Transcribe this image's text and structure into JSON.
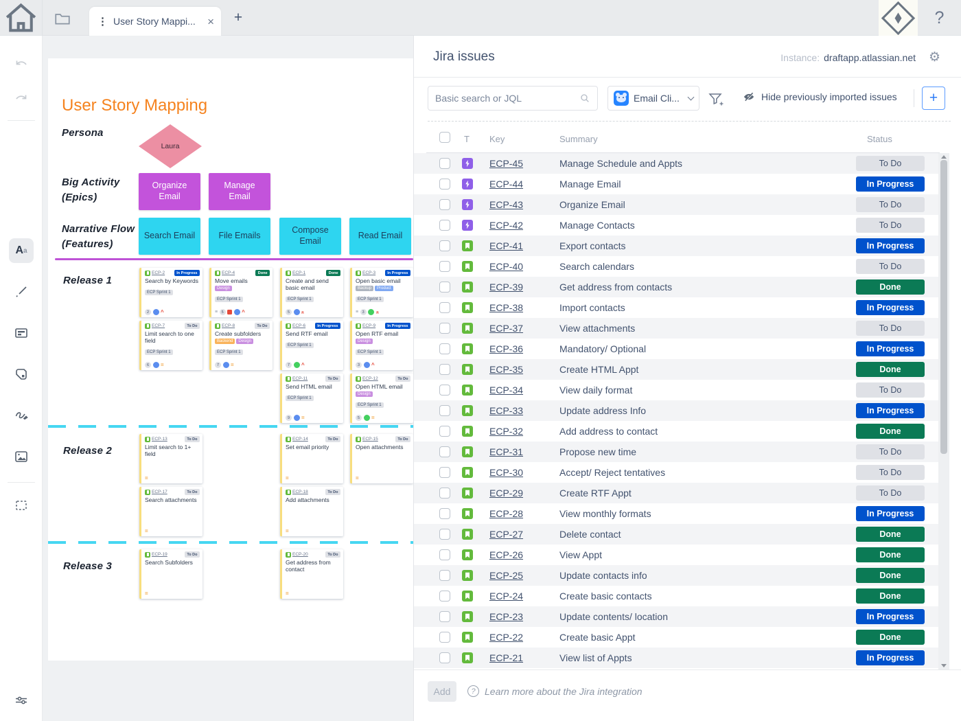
{
  "topbar": {
    "tab_title": "User Story Mappi...",
    "close_glyph": "×",
    "kebab_glyph": "⋮",
    "new_tab_glyph": "+",
    "help_glyph": "?"
  },
  "canvas": {
    "title": "User Story Mapping",
    "labels": {
      "persona": "Persona",
      "big_activity": "Big Activity",
      "big_activity_sub": "(Epics)",
      "narrative": "Narrative Flow",
      "narrative_sub": "(Features)"
    },
    "persona_name": "Laura",
    "epics": [
      "Organize Email",
      "Manage Email"
    ],
    "features": [
      "Search Email",
      "File Emails",
      "Compose Email",
      "Read Email"
    ],
    "releases": [
      {
        "label": "Release 1",
        "cards": [
          {
            "key": "ECP-2",
            "col": 0,
            "row": 0,
            "status": "In Progress",
            "title": "Search by Keywords",
            "tags": [],
            "sprint": "ECP Sprint 1",
            "footer": [
              "pts-2",
              "avatar-blue",
              "prio-high"
            ]
          },
          {
            "key": "ECP-7",
            "col": 0,
            "row": 1,
            "status": "To Do",
            "title": "Limit search to one field",
            "tags": [],
            "sprint": "ECP Sprint 1",
            "footer": [
              "pts-6",
              "avatar-blue",
              "prio-med"
            ]
          },
          {
            "key": "ECP-4",
            "col": 1,
            "row": 0,
            "status": "Done",
            "title": "Move emails",
            "tags": [
              "Design"
            ],
            "sprint": "ECP Sprint 1",
            "footer": [
              "menu",
              "pts-5",
              "flag",
              "avatar-blue",
              "prio-high"
            ]
          },
          {
            "key": "ECP-8",
            "col": 1,
            "row": 1,
            "status": "To Do",
            "title": "Create subfolders",
            "tags": [
              "Backend",
              "Design"
            ],
            "sprint": "ECP Sprint 1",
            "footer": [
              "pts-7",
              "avatar-blue",
              "prio-med"
            ]
          },
          {
            "key": "ECP-1",
            "col": 2,
            "row": 0,
            "status": "Done",
            "title": "Create and send basic email",
            "tags": [],
            "sprint": "ECP Sprint 1",
            "footer": [
              "pts-5",
              "avatar-blue",
              "prio-highest"
            ]
          },
          {
            "key": "ECP-6",
            "col": 2,
            "row": 1,
            "status": "In Progress",
            "title": "Send RTF email",
            "tags": [],
            "sprint": "ECP Sprint 1",
            "footer": [
              "pts-7",
              "avatar-green",
              "prio-high"
            ]
          },
          {
            "key": "ECP-11",
            "col": 2,
            "row": 2,
            "status": "To Do",
            "title": "Send HTML email",
            "tags": [],
            "sprint": "ECP Sprint 1",
            "footer": [
              "pts-9",
              "avatar-blue",
              "prio-med"
            ]
          },
          {
            "key": "ECP-3",
            "col": 3,
            "row": 0,
            "status": "In Progress",
            "title": "Open basic email",
            "tags": [
              "Backup",
              "Product"
            ],
            "sprint": "ECP Sprint 1",
            "footer": [
              "menu",
              "pts-3",
              "avatar-green",
              "prio-highest"
            ]
          },
          {
            "key": "ECP-9",
            "col": 3,
            "row": 1,
            "status": "In Progress",
            "title": "Open RTF email",
            "tags": [
              "Design"
            ],
            "sprint": "ECP Sprint 1",
            "footer": [
              "pts-3",
              "avatar-blue",
              "prio-high"
            ]
          },
          {
            "key": "ECP-12",
            "col": 3,
            "row": 2,
            "status": "To Do",
            "title": "Open HTML email",
            "tags": [
              "Design"
            ],
            "sprint": "ECP Sprint 1",
            "footer": [
              "pts-5",
              "avatar-green",
              "prio-med"
            ]
          }
        ]
      },
      {
        "label": "Release 2",
        "cards": [
          {
            "key": "ECP-13",
            "col": 0,
            "row": 0,
            "status": "To Do",
            "title": "Limit search to 1+ field",
            "tags": [],
            "sprint": "",
            "footer": [
              "prio-med"
            ]
          },
          {
            "key": "ECP-17",
            "col": 0,
            "row": 1,
            "status": "To Do",
            "title": "Search attachments",
            "tags": [],
            "sprint": "",
            "footer": [
              "prio-med"
            ]
          },
          {
            "key": "ECP-14",
            "col": 2,
            "row": 0,
            "status": "To Do",
            "title": "Set email priority",
            "tags": [],
            "sprint": "",
            "footer": [
              "prio-med"
            ]
          },
          {
            "key": "ECP-18",
            "col": 2,
            "row": 1,
            "status": "To Do",
            "title": "Add attachments",
            "tags": [],
            "sprint": "",
            "footer": [
              "prio-med"
            ]
          },
          {
            "key": "ECP-15",
            "col": 3,
            "row": 0,
            "status": "To Do",
            "title": "Open attachments",
            "tags": [],
            "sprint": "",
            "footer": [
              "prio-med"
            ]
          }
        ]
      },
      {
        "label": "Release 3",
        "cards": [
          {
            "key": "ECP-19",
            "col": 0,
            "row": 0,
            "status": "To Do",
            "title": "Search Subfolders",
            "tags": [],
            "sprint": "",
            "footer": [
              "prio-med"
            ]
          },
          {
            "key": "ECP-20",
            "col": 2,
            "row": 0,
            "status": "To Do",
            "title": "Get address from contact",
            "tags": [],
            "sprint": "",
            "footer": [
              "prio-med"
            ]
          }
        ]
      }
    ]
  },
  "jira": {
    "title": "Jira issues",
    "instance_label": "Instance:",
    "instance_value": "draftapp.atlassian.net",
    "search_placeholder": "Basic search or JQL",
    "project_label": "Email Cli...",
    "hide_label": "Hide previously imported issues",
    "add_issue_glyph": "+",
    "columns": [
      "T",
      "Key",
      "Summary",
      "Status"
    ],
    "rows": [
      {
        "key": "ECP-45",
        "type": "epic",
        "summary": "Manage Schedule and Appts",
        "status": "To Do"
      },
      {
        "key": "ECP-44",
        "type": "epic",
        "summary": "Manage Email",
        "status": "In Progress"
      },
      {
        "key": "ECP-43",
        "type": "epic",
        "summary": "Organize Email",
        "status": "To Do"
      },
      {
        "key": "ECP-42",
        "type": "epic",
        "summary": "Manage Contacts",
        "status": "To Do"
      },
      {
        "key": "ECP-41",
        "type": "story",
        "summary": "Export contacts",
        "status": "In Progress"
      },
      {
        "key": "ECP-40",
        "type": "story",
        "summary": "Search calendars",
        "status": "To Do"
      },
      {
        "key": "ECP-39",
        "type": "story",
        "summary": "Get address from contacts",
        "status": "Done"
      },
      {
        "key": "ECP-38",
        "type": "story",
        "summary": "Import contacts",
        "status": "In Progress"
      },
      {
        "key": "ECP-37",
        "type": "story",
        "summary": "View attachments",
        "status": "To Do"
      },
      {
        "key": "ECP-36",
        "type": "story",
        "summary": "Mandatory/ Optional",
        "status": "In Progress"
      },
      {
        "key": "ECP-35",
        "type": "story",
        "summary": "Create HTML Appt",
        "status": "Done"
      },
      {
        "key": "ECP-34",
        "type": "story",
        "summary": "View daily format",
        "status": "To Do"
      },
      {
        "key": "ECP-33",
        "type": "story",
        "summary": "Update address Info",
        "status": "In Progress"
      },
      {
        "key": "ECP-32",
        "type": "story",
        "summary": "Add address to contact",
        "status": "Done"
      },
      {
        "key": "ECP-31",
        "type": "story",
        "summary": "Propose new time",
        "status": "To Do"
      },
      {
        "key": "ECP-30",
        "type": "story",
        "summary": "Accept/ Reject tentatives",
        "status": "To Do"
      },
      {
        "key": "ECP-29",
        "type": "story",
        "summary": "Create RTF Appt",
        "status": "To Do"
      },
      {
        "key": "ECP-28",
        "type": "story",
        "summary": "View monthly formats",
        "status": "In Progress"
      },
      {
        "key": "ECP-27",
        "type": "story",
        "summary": "Delete contact",
        "status": "Done"
      },
      {
        "key": "ECP-26",
        "type": "story",
        "summary": "View Appt",
        "status": "Done"
      },
      {
        "key": "ECP-25",
        "type": "story",
        "summary": "Update contacts info",
        "status": "Done"
      },
      {
        "key": "ECP-24",
        "type": "story",
        "summary": "Create basic contacts",
        "status": "Done"
      },
      {
        "key": "ECP-23",
        "type": "story",
        "summary": "Update contents/ location",
        "status": "In Progress"
      },
      {
        "key": "ECP-22",
        "type": "story",
        "summary": "Create basic Appt",
        "status": "Done"
      },
      {
        "key": "ECP-21",
        "type": "story",
        "summary": "View list of Appts",
        "status": "In Progress"
      }
    ],
    "partial_row": {
      "type": "story"
    },
    "footer": {
      "add_label": "Add",
      "question_glyph": "?",
      "learn_label": "Learn more about the Jira integration"
    }
  },
  "colors": {
    "status": {
      "To Do": {
        "bg": "#dfe1e6",
        "fg": "#42526e"
      },
      "In Progress": {
        "bg": "#0052cc",
        "fg": "#ffffff"
      },
      "Done": {
        "bg": "#0b7a55",
        "fg": "#ffffff"
      }
    },
    "tags": {
      "Design": "#c98fe0",
      "Backend": "#f9b35b",
      "Backup": "#aeb5bf",
      "Product": "#7fa8f2"
    },
    "accent": {
      "title_orange": "#f5831f",
      "persona_pink": "#ec8fa3",
      "epic_purple": "#c353db",
      "feature_cyan": "#2ed5f0",
      "divider_purple": "#be52d6",
      "release_dash_cyan": "#46d7f2",
      "epic_icon": "#8f5fe8",
      "story_icon": "#63ba3c",
      "avatar_blue": "#5b8def",
      "avatar_green": "#44d05f",
      "prio_red": "#e5493a",
      "prio_orange": "#f0a13a"
    }
  }
}
